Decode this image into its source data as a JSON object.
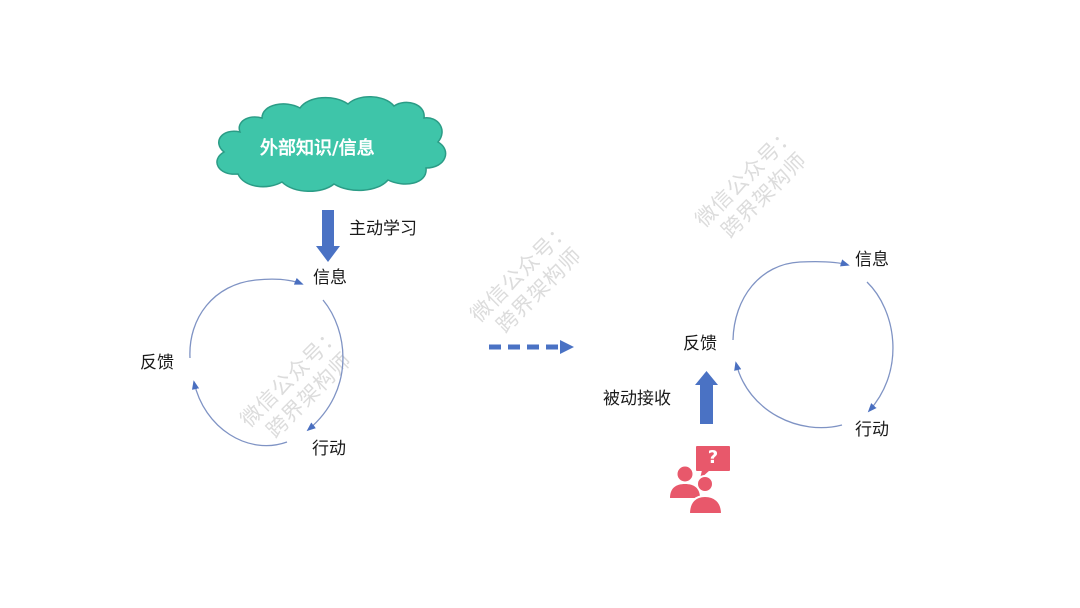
{
  "colors": {
    "cloud_fill": "#3ec5a9",
    "cloud_stroke": "#2b9c86",
    "arrow_blue": "#4a72c4",
    "cycle_line": "#7f93c4",
    "cycle_arrowhead": "#4a6fc0",
    "people_icon": "#e8586b",
    "watermark": "#d6d6d6"
  },
  "left_diagram": {
    "cloud": {
      "label": "外部知识/信息"
    },
    "down_arrow": {
      "label": "主动学习"
    },
    "cycle": {
      "nodes": {
        "info": "信息",
        "action": "行动",
        "feedback": "反馈"
      }
    }
  },
  "transition_arrow": {
    "style": "dashed",
    "direction": "right"
  },
  "right_diagram": {
    "up_arrow": {
      "label": "被动接收"
    },
    "people_icon": {
      "icon": "people-question-icon",
      "glyph": "?"
    },
    "cycle": {
      "nodes": {
        "info": "信息",
        "action": "行动",
        "feedback": "反馈"
      }
    }
  },
  "watermarks": [
    {
      "line1": "微信公众号：",
      "line2": "跨界架构师"
    },
    {
      "line1": "微信公众号：",
      "line2": "跨界架构师"
    },
    {
      "line1": "微信公众号：",
      "line2": "跨界架构师"
    }
  ]
}
